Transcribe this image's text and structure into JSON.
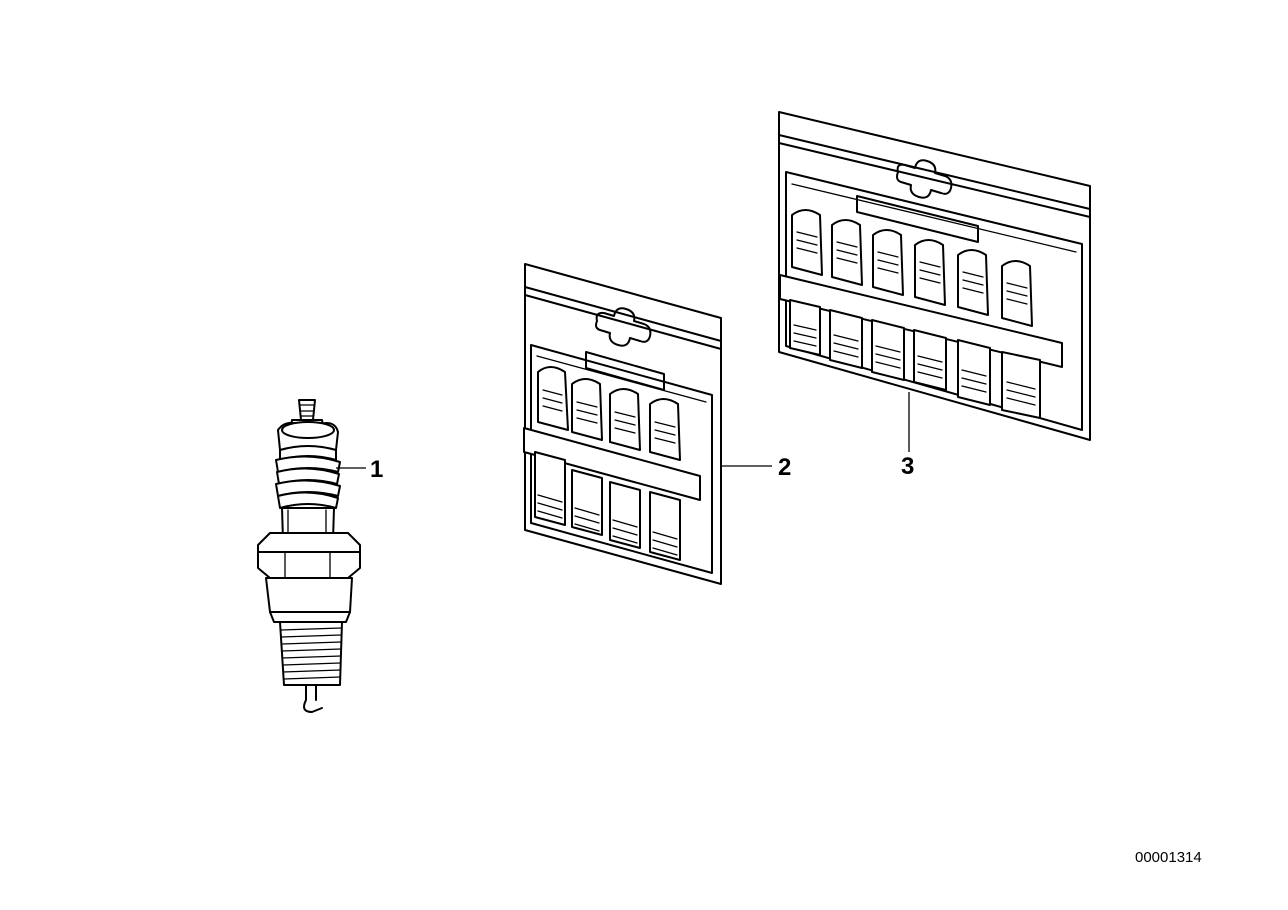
{
  "callouts": {
    "item_1": "1",
    "item_2": "2",
    "item_3": "3"
  },
  "reference_number": "00001314",
  "colors": {
    "background": "#ffffff",
    "line": "#000000"
  }
}
